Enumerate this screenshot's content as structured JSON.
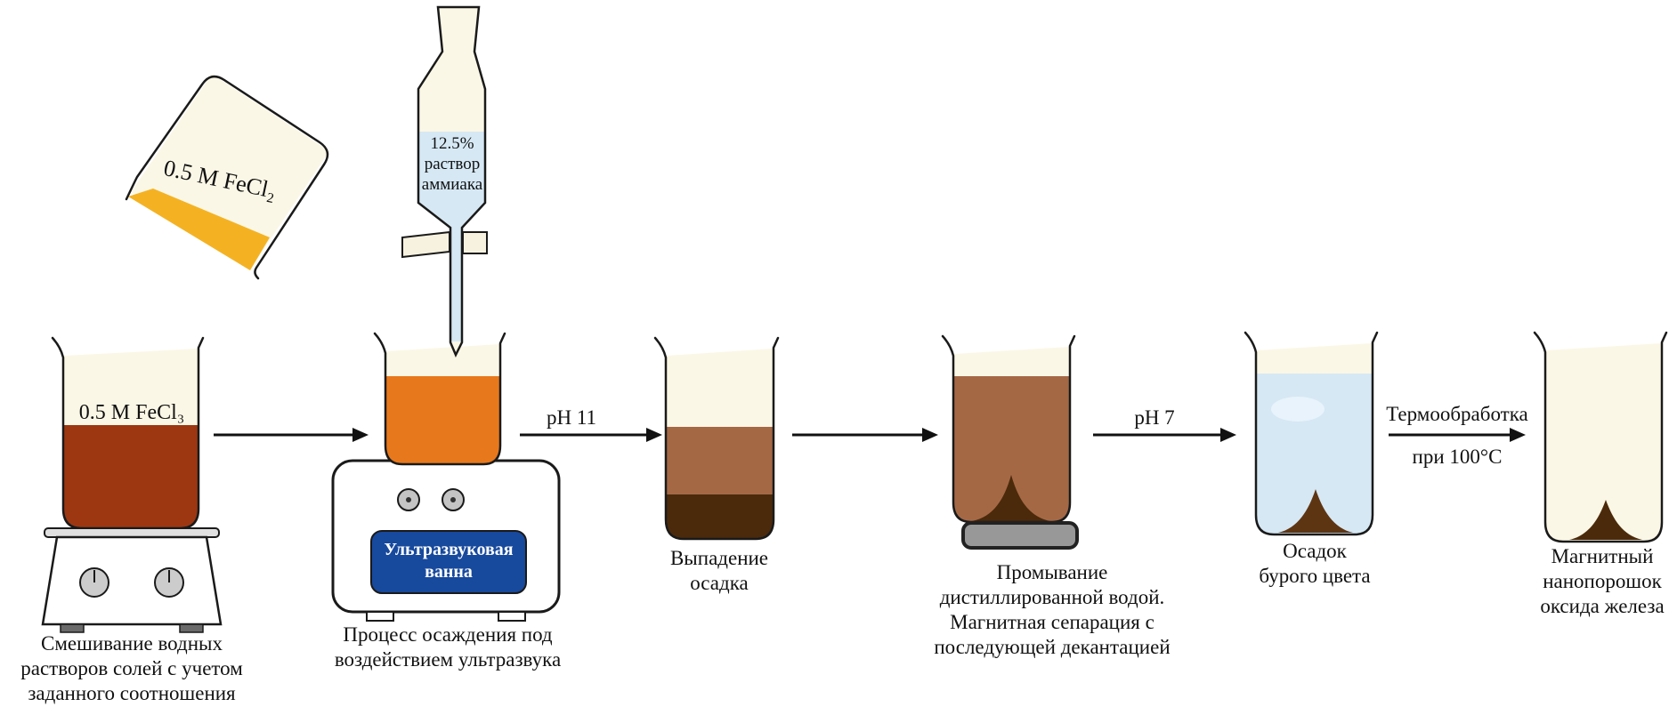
{
  "stage_mixing": {
    "beaker_label": "0.5 M FeCl₃",
    "pour_label": "0.5 M FeCl₂",
    "caption": [
      "Смешивание водных",
      "растворов солей с учетом",
      "заданного соотношения"
    ]
  },
  "stage_precipitation": {
    "burette_label": [
      "12.5%",
      "раствор",
      "аммиака"
    ],
    "bath_label": [
      "Ультразвуковая",
      "ванна"
    ],
    "caption": [
      "Процесс осаждения под",
      "воздействием ультразвука"
    ]
  },
  "stage_sediment": {
    "caption": [
      "Выпадение",
      "осадка"
    ]
  },
  "stage_washing": {
    "caption": [
      "Промывание",
      "дистиллированной водой.",
      "Магнитная сепарация с",
      "последующей декантацией"
    ]
  },
  "stage_brown": {
    "caption": [
      "Осадок",
      "бурого цвета"
    ]
  },
  "stage_powder": {
    "caption": [
      "Магнитный",
      "нанопорошок",
      "оксида железа"
    ]
  },
  "arrows": {
    "ph11": "pH 11",
    "ph7": "pH 7",
    "heat_line1": "Термообработка",
    "heat_line2": "при 100°C"
  },
  "colors": {
    "glass_empty": "#fbf7e6",
    "fecl3_solution": "#9d3711",
    "fecl2_solution": "#f4b223",
    "ammonia_solution": "#d6e8f4",
    "reaction_mixture": "#e8781c",
    "suspension": "#a56845",
    "sediment_dark": "#4b2a0b",
    "sediment_brown": "#5e3513",
    "wash_water": "#d6e8f4",
    "bath_panel": "#17499d",
    "magnet": "#989898"
  }
}
